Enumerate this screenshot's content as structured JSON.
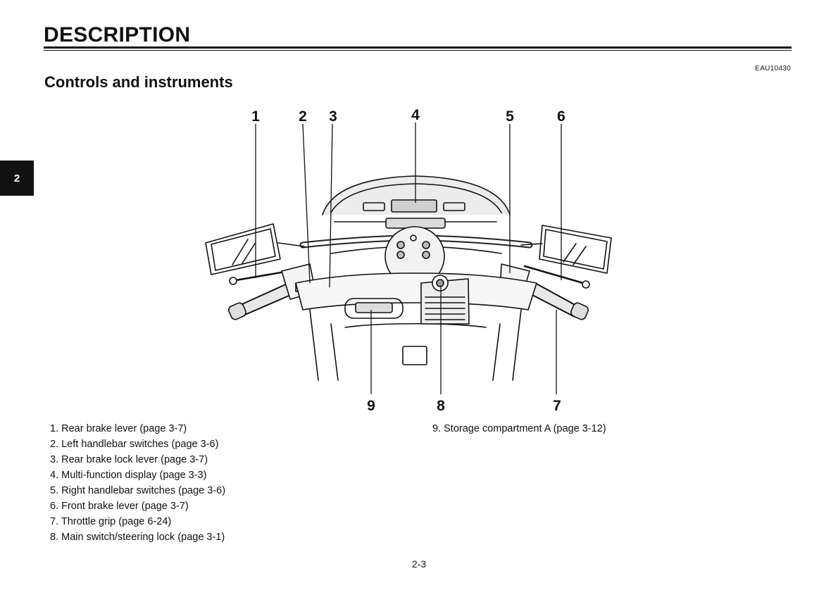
{
  "header": {
    "title": "DESCRIPTION",
    "doc_code": "EAU10430"
  },
  "section": {
    "title": "Controls and instruments"
  },
  "chapter_tab": "2",
  "callouts": {
    "c1": "1",
    "c2": "2",
    "c3": "3",
    "c4": "4",
    "c5": "5",
    "c6": "6",
    "c7": "7",
    "c8": "8",
    "c9": "9"
  },
  "legend": {
    "left": [
      "1. Rear brake lever (page 3-7)",
      "2. Left handlebar switches (page 3-6)",
      "3. Rear brake lock lever (page 3-7)",
      "4. Multi-function display (page 3-3)",
      "5. Right handlebar switches (page 3-6)",
      "6. Front brake lever (page 3-7)",
      "7. Throttle grip (page 6-24)",
      "8. Main switch/steering lock (page 3-1)"
    ],
    "right": [
      "9. Storage compartment A (page 3-12)"
    ]
  },
  "footer": {
    "page_number": "2-3"
  }
}
